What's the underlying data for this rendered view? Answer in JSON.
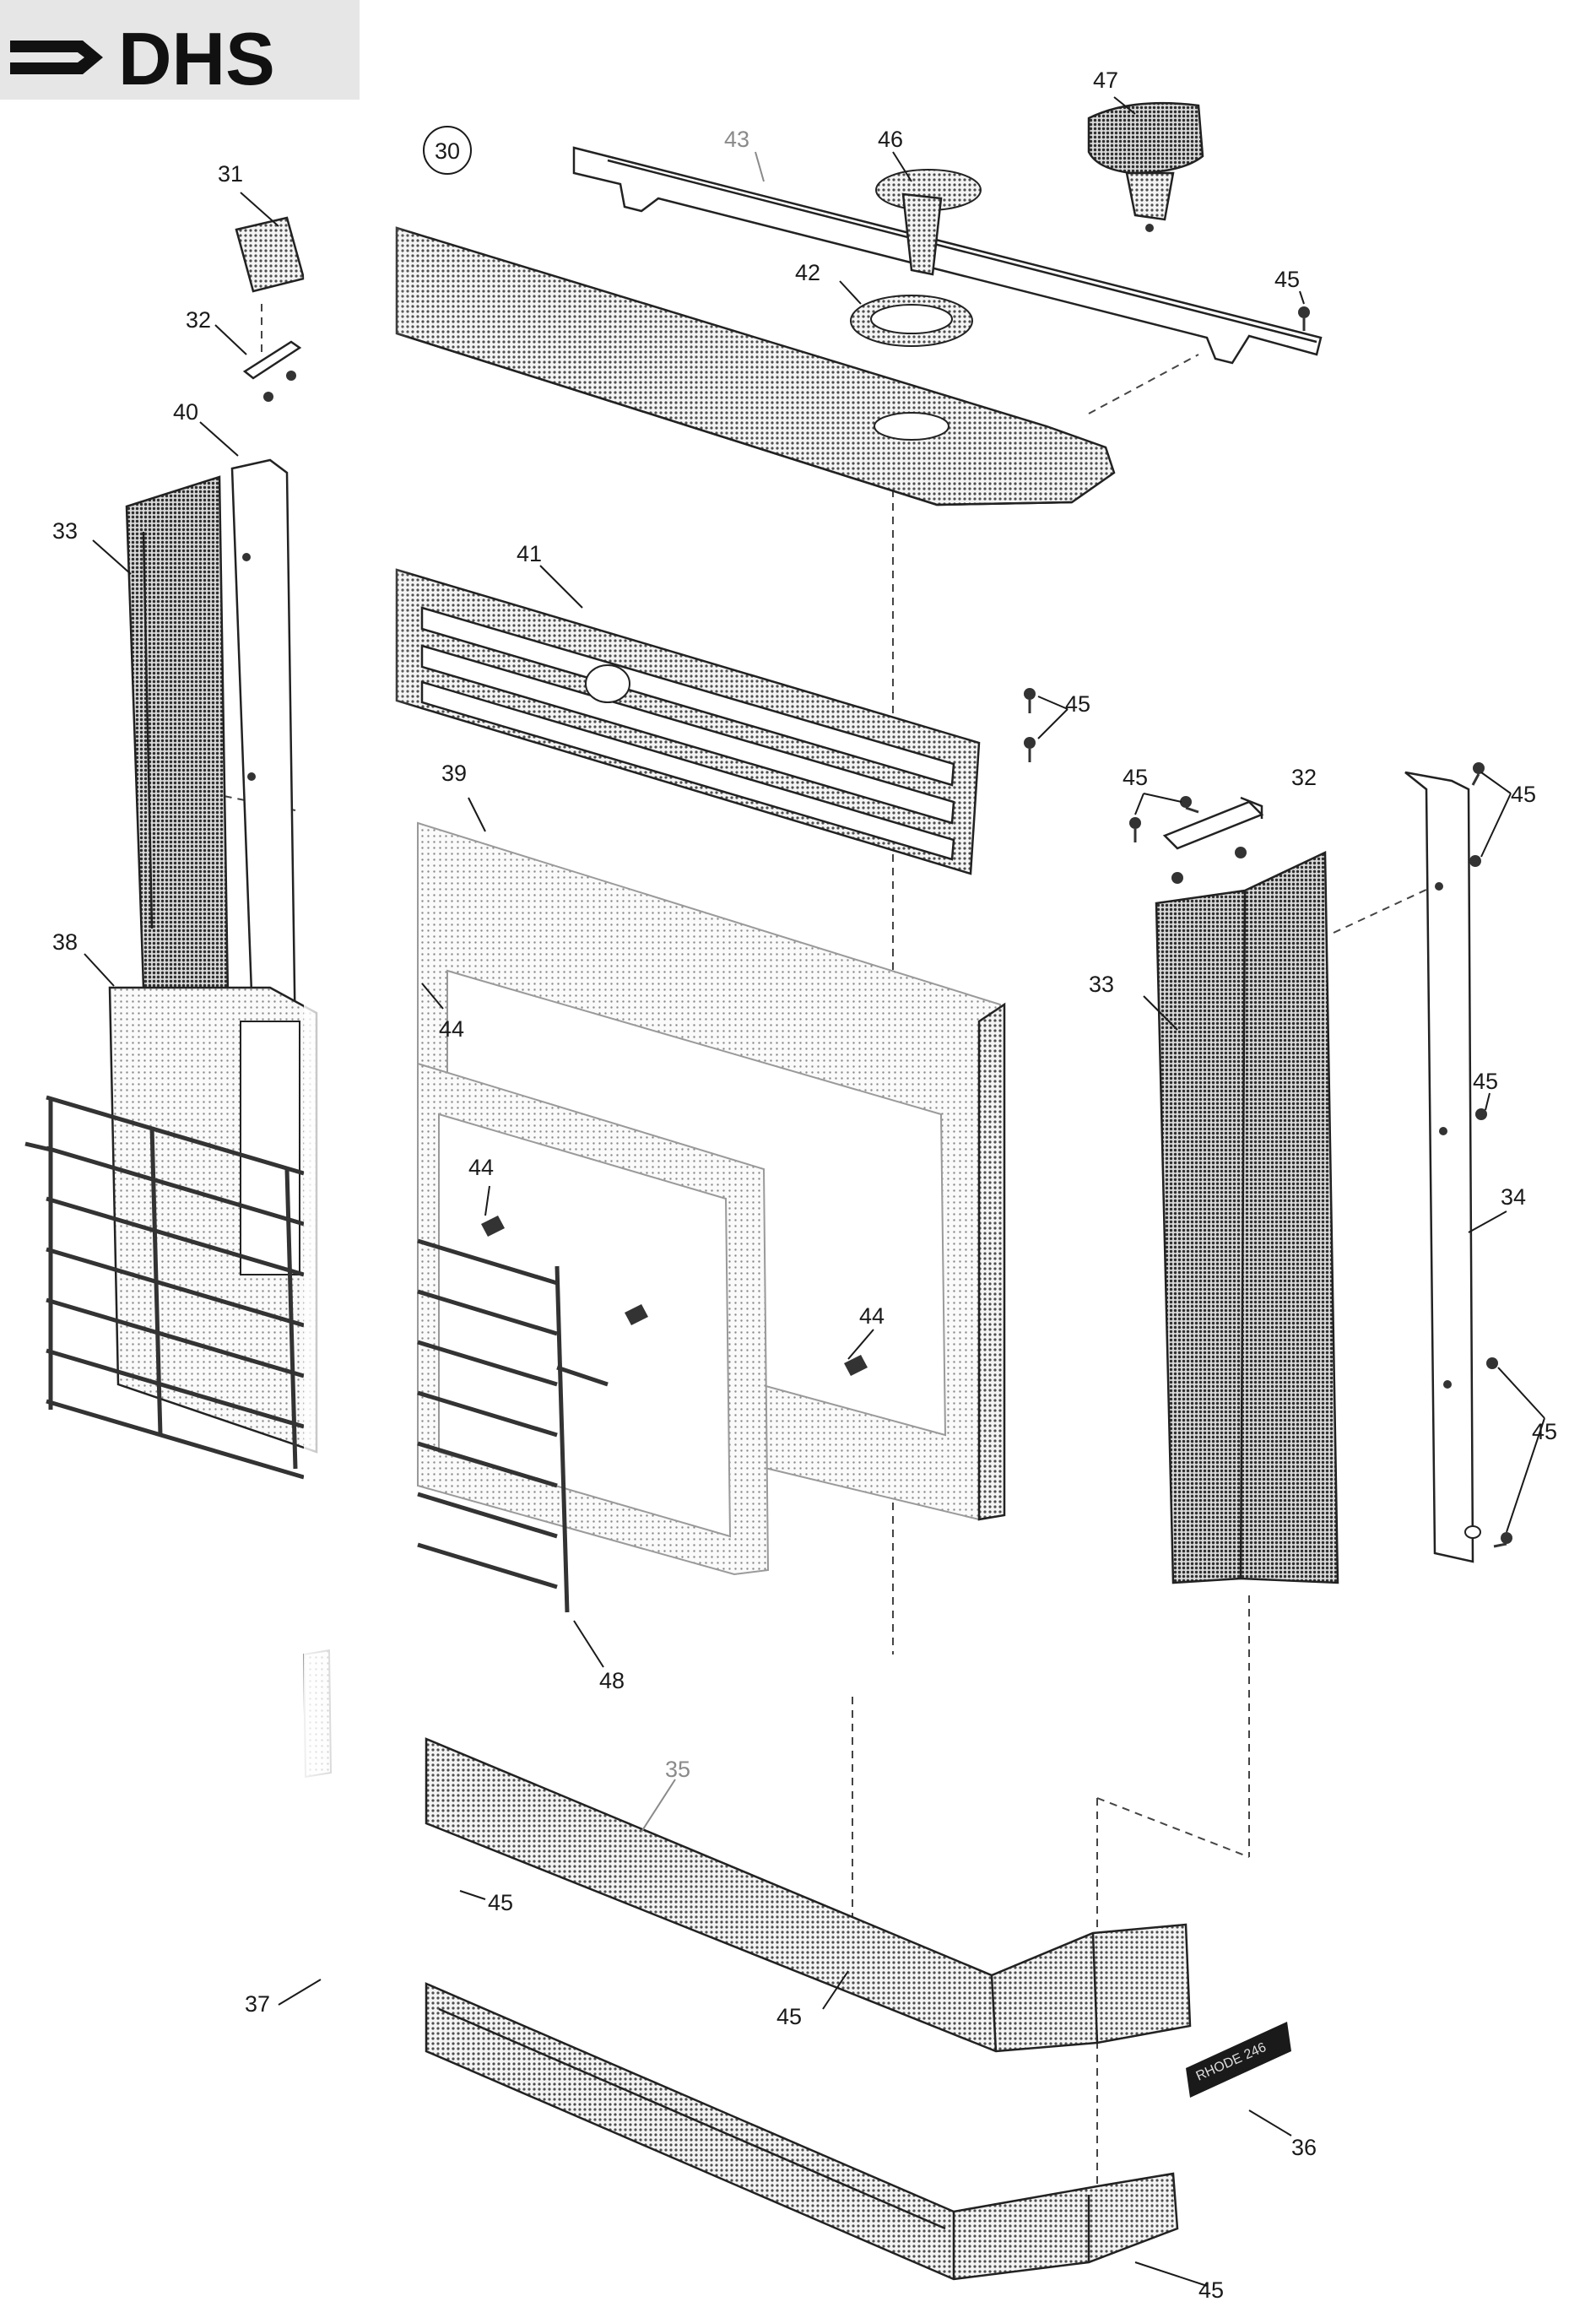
{
  "logo": {
    "text": "DHS"
  },
  "diagram_ref": "30",
  "callouts": {
    "c31": "31",
    "c32_left": "32",
    "c40": "40",
    "c33_left": "33",
    "c38": "38",
    "c43": "43",
    "c46": "46",
    "c47": "47",
    "c42": "42",
    "c45_top": "45",
    "c41": "41",
    "c45_mid": "45",
    "c39": "39",
    "c44_a": "44",
    "c44_b": "44",
    "c44_c": "44",
    "c45_bracket": "45",
    "c32_right": "32",
    "c45_rail_top": "45",
    "c33_right": "33",
    "c45_rail_mid": "45",
    "c34": "34",
    "c45_rail_bot": "45",
    "c48": "48",
    "c35": "35",
    "c45_left_low": "45",
    "c37": "37",
    "c45_front": "45",
    "c36": "36",
    "c45_bottom": "45"
  },
  "nameplate": {
    "text": "RHODE 246"
  },
  "colors": {
    "ink": "#1a1a1a",
    "dot_tone": "#5a5a5a",
    "grey_label": "#8a8a8a"
  }
}
